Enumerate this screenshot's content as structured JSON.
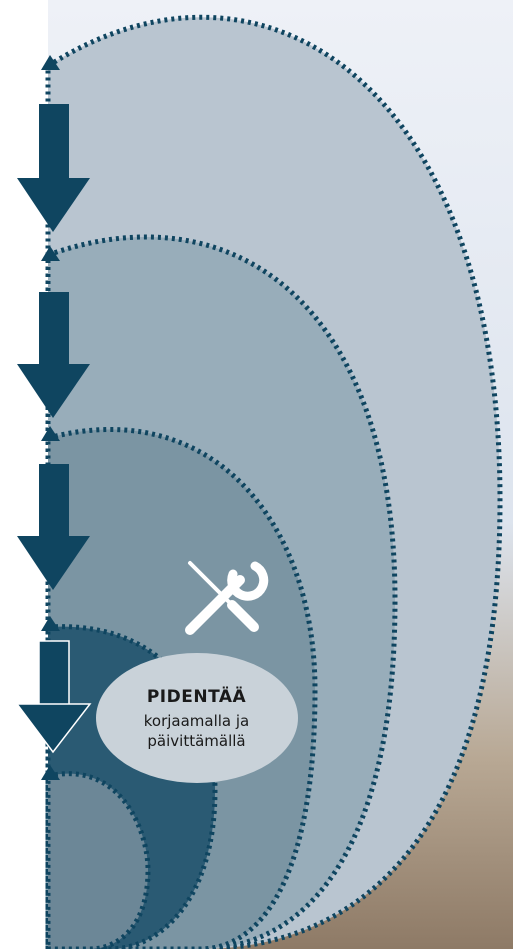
{
  "diagram": {
    "label_title": "PIDENTÄÄ",
    "label_lines": [
      "korjaamalla ja",
      "päivittämällä"
    ],
    "icon": "tools-icon",
    "colors": {
      "background_photo": "#dfe6ee",
      "layer_1": "#b9c5d0",
      "layer_2": "#98adba",
      "layer_3": "#7b95a3",
      "layer_4": "#2a5a73",
      "layer_5": "#6c8797",
      "dotted_border": "#0f4560",
      "arrow": "#0f4560",
      "label_bubble": "#c9d2d9"
    }
  }
}
